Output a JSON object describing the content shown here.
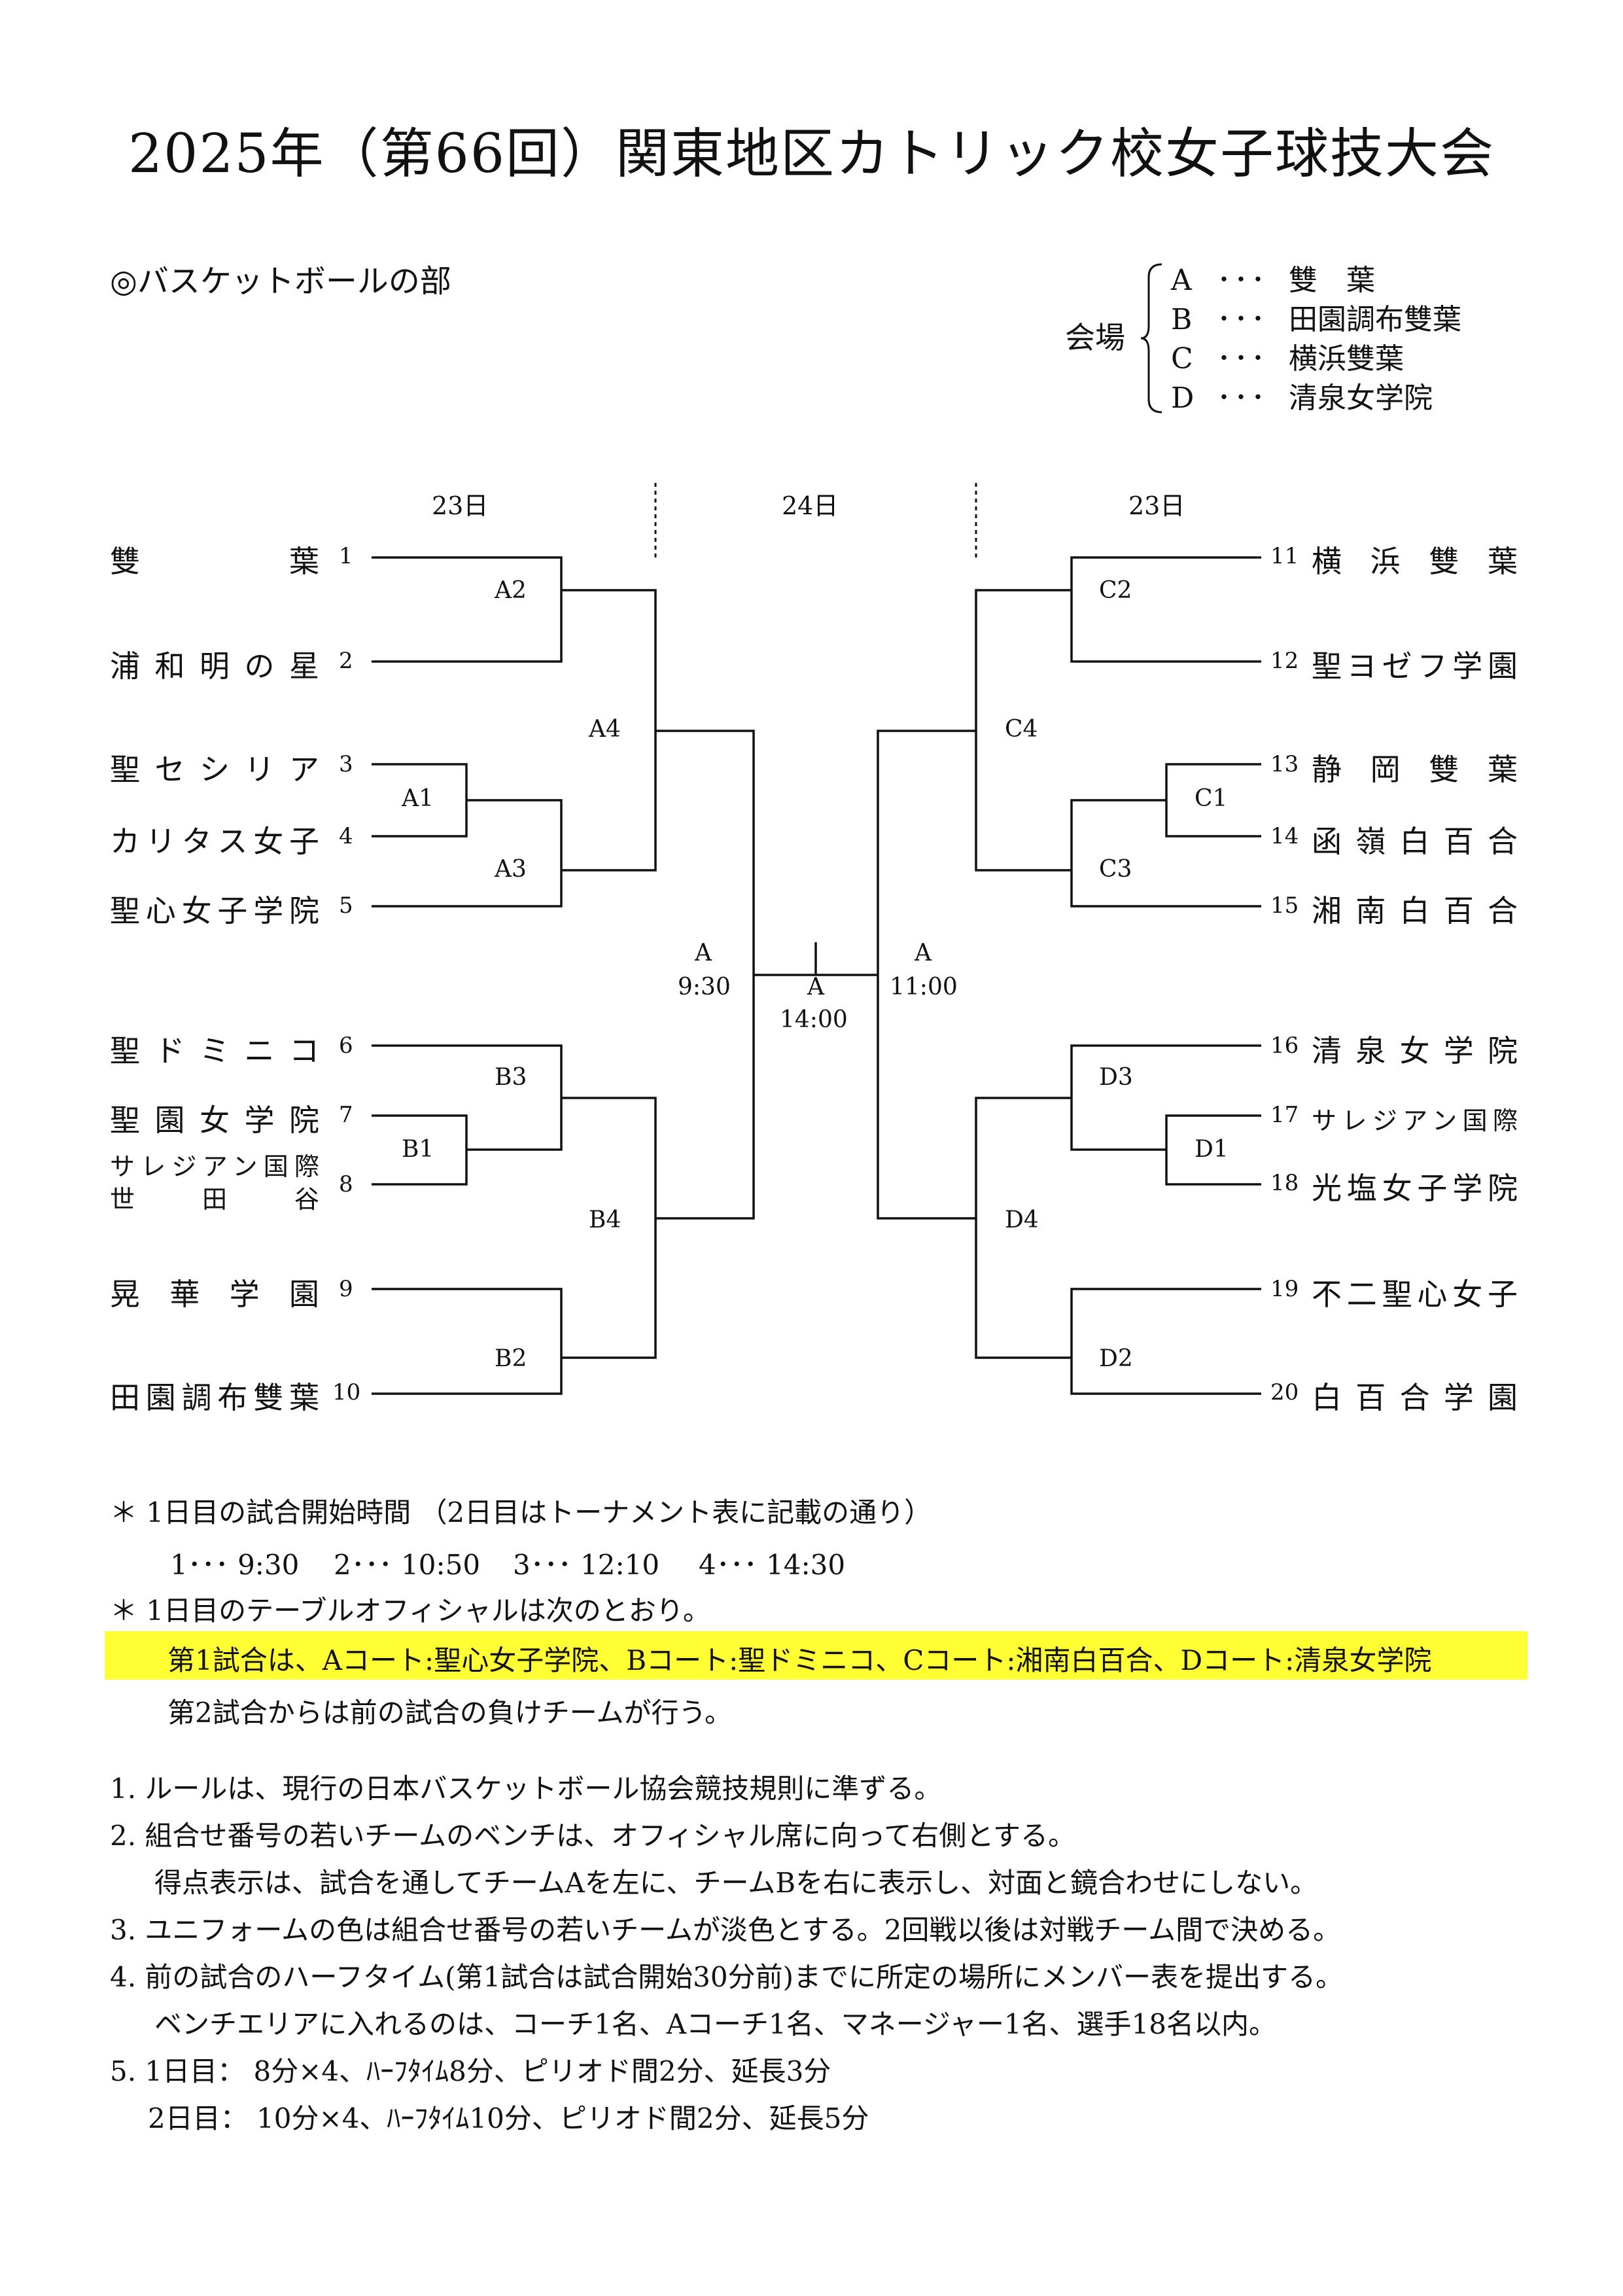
{
  "title": "2025年（第66回）関東地区カトリック校女子球技大会",
  "section": "◎バスケットボールの部",
  "venues": {
    "label": "会場",
    "items": [
      {
        "code": "A",
        "dots": "･･･",
        "name": "雙　葉"
      },
      {
        "code": "B",
        "dots": "･･･",
        "name": "田園調布雙葉"
      },
      {
        "code": "C",
        "dots": "･･･",
        "name": "横浜雙葉"
      },
      {
        "code": "D",
        "dots": "･･･",
        "name": "清泉女学院"
      }
    ]
  },
  "days": {
    "left": "23日",
    "center": "24日",
    "right": "23日"
  },
  "teams_left": [
    {
      "num": "1",
      "name": "雙葉"
    },
    {
      "num": "2",
      "name": "浦和明の星"
    },
    {
      "num": "3",
      "name": "聖セシリア"
    },
    {
      "num": "4",
      "name": "カリタス女子"
    },
    {
      "num": "5",
      "name": "聖心女子学院"
    },
    {
      "num": "6",
      "name": "聖ドミニコ"
    },
    {
      "num": "7",
      "name": "聖園女学院"
    },
    {
      "num": "8",
      "name": "サレジアン国際",
      "name2": "世田谷"
    },
    {
      "num": "9",
      "name": "晃華学園"
    },
    {
      "num": "10",
      "name": "田園調布雙葉"
    }
  ],
  "teams_right": [
    {
      "num": "11",
      "name": "横浜雙葉"
    },
    {
      "num": "12",
      "name": "聖ヨゼフ学園"
    },
    {
      "num": "13",
      "name": "静岡雙葉"
    },
    {
      "num": "14",
      "name": "函嶺白百合"
    },
    {
      "num": "15",
      "name": "湘南白百合"
    },
    {
      "num": "16",
      "name": "清泉女学院"
    },
    {
      "num": "17",
      "name": "サレジアン国際"
    },
    {
      "num": "18",
      "name": "光塩女子学院"
    },
    {
      "num": "19",
      "name": "不二聖心女子"
    },
    {
      "num": "20",
      "name": "白百合学園"
    }
  ],
  "matches": {
    "A1": "A1",
    "A2": "A2",
    "A3": "A3",
    "A4": "A4",
    "B1": "B1",
    "B2": "B2",
    "B3": "B3",
    "B4": "B4",
    "C1": "C1",
    "C2": "C2",
    "C3": "C3",
    "C4": "C4",
    "D1": "D1",
    "D2": "D2",
    "D3": "D3",
    "D4": "D4",
    "semi_left": {
      "court": "A",
      "time": "9:30"
    },
    "final": {
      "court": "A",
      "time": "14:00"
    },
    "semi_right": {
      "court": "A",
      "time": "11:00"
    }
  },
  "notes": {
    "n1": "＊ 1日目の試合開始時間 （2日目はトーナメント表に記載の通り）",
    "times": [
      "1･･･ 9:30",
      "2･･･ 10:50",
      "3･･･ 12:10",
      "4･･･ 14:30"
    ],
    "n2": "＊ 1日目のテーブルオフィシャルは次のとおり。",
    "highlight": "第1試合は、Aコート:聖心女子学院、Bコート:聖ドミニコ、Cコート:湘南白百合、Dコート:清泉女学院",
    "n3": "第2試合からは前の試合の負けチームが行う。",
    "rules": [
      "1. ルールは、現行の日本バスケットボール協会競技規則に準ずる。",
      "2. 組合せ番号の若いチームのベンチは、オフィシャル席に向って右側とする。",
      "得点表示は、試合を通してチームAを左に、チームBを右に表示し、対面と鏡合わせにしない。",
      "3. ユニフォームの色は組合せ番号の若いチームが淡色とする。2回戦以後は対戦チーム間で決める。",
      "4. 前の試合のハーフタイム(第1試合は試合開始30分前)までに所定の場所にメンバー表を提出する。",
      "ベンチエリアに入れるのは、コーチ1名、Aコーチ1名、マネージャー1名、選手18名以内。",
      "5. 1日目： 8分×4、ﾊｰﾌﾀｲﾑ8分、ピリオド間2分、延長3分",
      "2日目： 10分×4、ﾊｰﾌﾀｲﾑ10分、ピリオド間2分、延長5分"
    ]
  }
}
